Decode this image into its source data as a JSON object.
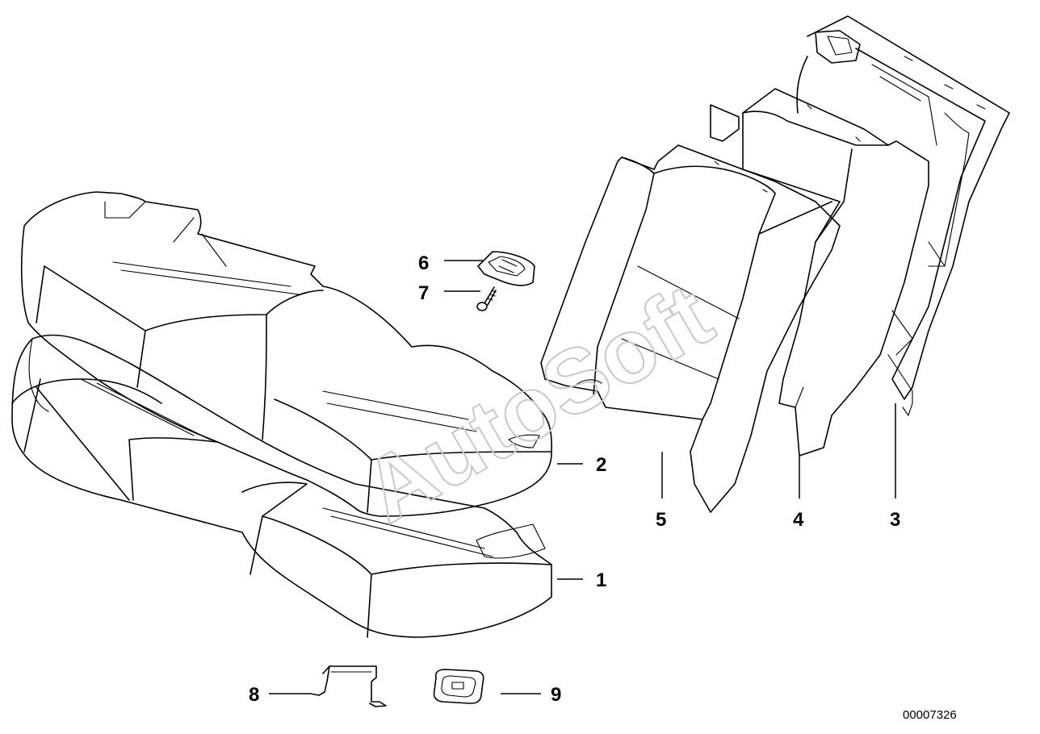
{
  "diagram": {
    "watermark": "AutoSoft",
    "document_number": "00007326",
    "callouts": [
      {
        "id": "1",
        "label": "1"
      },
      {
        "id": "2",
        "label": "2"
      },
      {
        "id": "3",
        "label": "3"
      },
      {
        "id": "4",
        "label": "4"
      },
      {
        "id": "5",
        "label": "5"
      },
      {
        "id": "6",
        "label": "6"
      },
      {
        "id": "7",
        "label": "7"
      },
      {
        "id": "8",
        "label": "8"
      },
      {
        "id": "9",
        "label": "9"
      }
    ]
  }
}
